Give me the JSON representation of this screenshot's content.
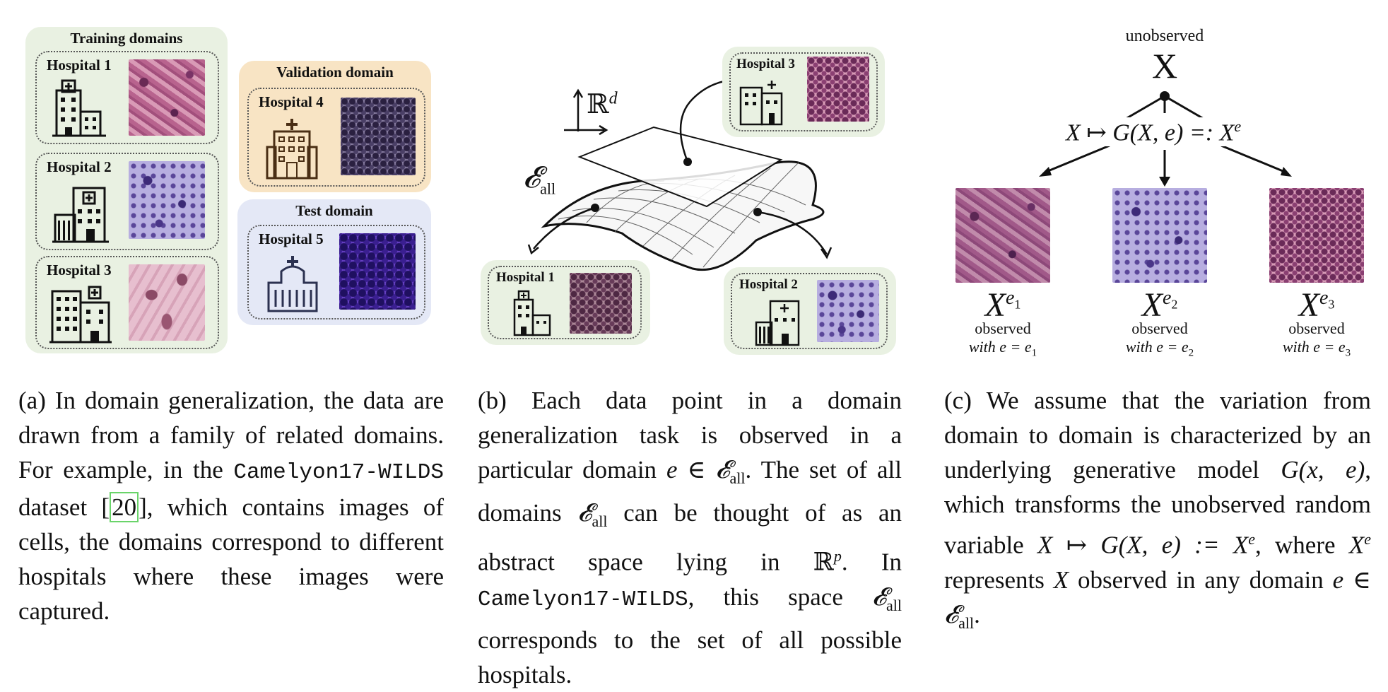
{
  "panel_a": {
    "training_title": "Training domains",
    "validation_title": "Validation domain",
    "test_title": "Test domain",
    "hospital_1": "Hospital 1",
    "hospital_2": "Hospital 2",
    "hospital_3": "Hospital 3",
    "hospital_4": "Hospital 4",
    "hospital_5": "Hospital 5",
    "colors": {
      "training_bg": "#e9f1e2",
      "validation_bg": "#f8e4c4",
      "test_bg": "#e4e8f6"
    }
  },
  "panel_b": {
    "rd_label": "ℝ",
    "rd_sup": "d",
    "e_all_label": "𝓔",
    "e_all_sub": "all",
    "hospital_1": "Hospital 1",
    "hospital_2": "Hospital 2",
    "hospital_3": "Hospital 3"
  },
  "panel_c": {
    "unobserved": "unobserved",
    "x": "X",
    "mapping": "X ↦ G(X, e) =: X",
    "mapping_sup": "e",
    "nodes": [
      {
        "base": "X",
        "sup": "e",
        "sub": "1",
        "line1": "observed",
        "line2_pre": "with e = e",
        "line2_sub": "1"
      },
      {
        "base": "X",
        "sup": "e",
        "sub": "2",
        "line1": "observed",
        "line2_pre": "with e = e",
        "line2_sub": "2"
      },
      {
        "base": "X",
        "sup": "e",
        "sub": "3",
        "line1": "observed",
        "line2_pre": "with e = e",
        "line2_sub": "3"
      }
    ]
  },
  "captions": {
    "a": {
      "p1": "(a) In domain generalization, the data are drawn from a family of related domains. For example, in the ",
      "dataset": "Camelyon17-WILDS",
      "p2": " dataset [",
      "ref": "20",
      "p3": "], which contains images of cells, the domains correspond to different hospitals where these images were captured."
    },
    "b": {
      "p1": "(b) Each data point in a domain generalization task is observed in a particular domain ",
      "m1": "e ∈ 𝓔",
      "m1_sub": "all",
      "p2": ". The set of all domains ",
      "m2": "𝓔",
      "m2_sub": "all",
      "p3": " can be thought of as an abstract space lying in ",
      "m3": "ℝ",
      "m3_sup": "p",
      "p4": ". In ",
      "dataset": "Camelyon17-WILDS",
      "p5": ", this space ",
      "m4": "𝓔",
      "m4_sub": "all",
      "p6": " corresponds to the set of all possible hospitals."
    },
    "c": {
      "p1": "(c) We assume that the variation from domain to domain is characterized by an underlying generative model ",
      "m1": "G(x, e)",
      "p2": ", which transforms the unobserved random variable ",
      "m2": "X ↦ G(X, e) := X",
      "m2_sup": "e",
      "p3": ", where ",
      "m3": "X",
      "m3_sup": "e",
      "p4": " represents ",
      "m4": "X",
      "p5": " observed in any domain ",
      "m5": "e ∈ 𝓔",
      "m5_sub": "all",
      "p6": "."
    }
  }
}
